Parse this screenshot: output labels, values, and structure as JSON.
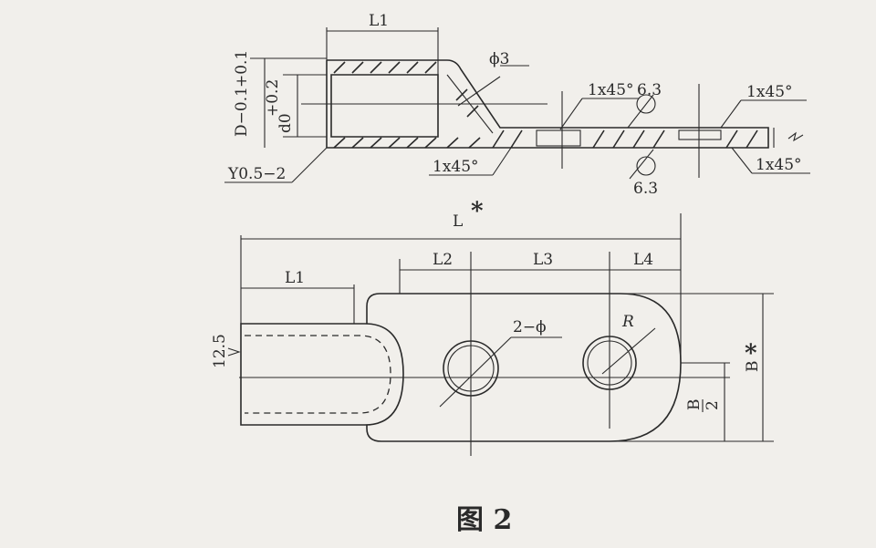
{
  "diagram": {
    "caption": "图 2",
    "side_view": {
      "length_label": "L1",
      "hole_dia_label": "ϕ3",
      "tol_outer_label": "D−0.1",
      "tol_outer_upper": "+0.1",
      "tol_inner_label": "d0",
      "tol_inner_upper": "+0.2",
      "chamfer_top_mid": "1x45°",
      "chamfer_top_value": "6.3",
      "chamfer_top_right": "1x45°",
      "chamfer_bottom_mid": "1x45°",
      "chamfer_bottom_right": "1x45°",
      "roughness_bottom": "6.3",
      "surface_label": "Y0.5−2"
    },
    "top_view": {
      "total_length_label": "L",
      "total_length_mark": "*",
      "l1_label": "L1",
      "l2_label": "L2",
      "l3_label": "L3",
      "l4_label": "L4",
      "holes_label": "2−ϕ",
      "radius_label": "R",
      "width_label": "B",
      "width_mark": "*",
      "half_width_num": "B",
      "half_width_den": "2",
      "barrel_dim_label": "12.5"
    }
  }
}
